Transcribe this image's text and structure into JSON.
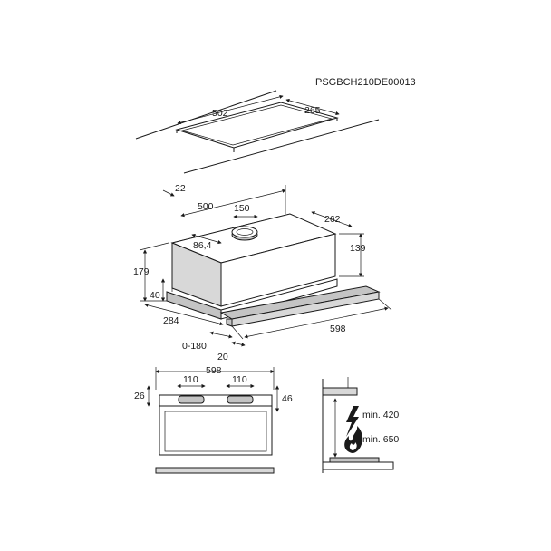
{
  "doc_code": "PSGBCH210DE00013",
  "cutout": {
    "w": "502",
    "d": "265"
  },
  "iso": {
    "d22": "22",
    "d500": "500",
    "d150": "150",
    "d262": "262",
    "d86": "86,4",
    "d139": "139",
    "d179": "179",
    "d40": "40",
    "d284": "284",
    "d598": "598",
    "d20": "20",
    "d0180": "0-180"
  },
  "front": {
    "w": "598",
    "v1": "110",
    "v2": "110",
    "h26": "26",
    "h46": "46"
  },
  "side": {
    "min_electric": "min. 420",
    "min_gas": "min. 650"
  },
  "colors": {
    "line": "#1a1a1a",
    "panel": "#d8d8d8"
  },
  "icons": [
    "lightning-icon",
    "flame-icon"
  ]
}
